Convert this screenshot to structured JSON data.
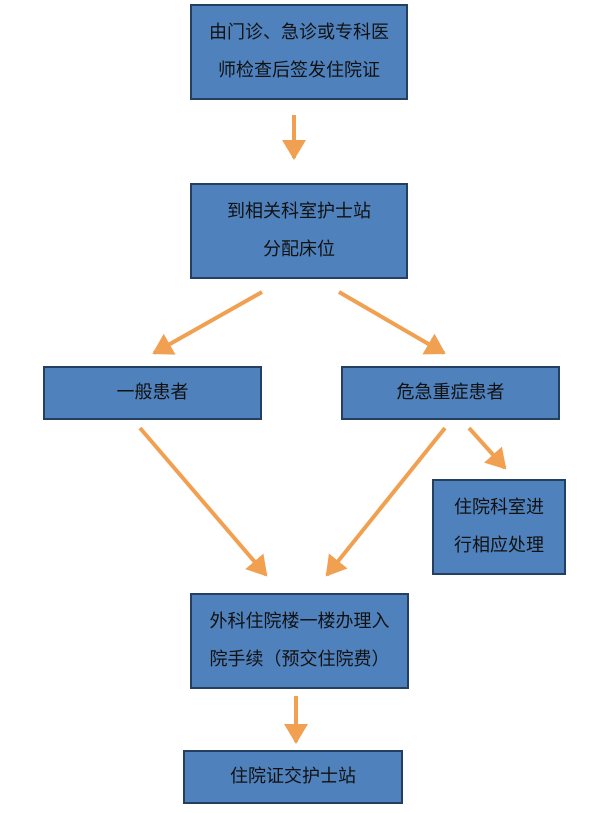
{
  "colors": {
    "box_fill": "#4f81bd",
    "box_border": "#243f60",
    "arrow": "#f0a050",
    "text": "#111111"
  },
  "nodes": {
    "registration": {
      "line1": "由门诊、急诊或专科医",
      "line2": "师检查后签发住院证"
    },
    "nurse_station": {
      "line1": "到相关科室护士站",
      "line2": "分配床位"
    },
    "general_patient": {
      "label": "一般患者"
    },
    "critical_patient": {
      "label": "危急重症患者"
    },
    "department_treatment": {
      "line1": "住院科室进",
      "line2": "行相应处理"
    },
    "admission_payment": {
      "line1": "外科住院楼一楼办理入",
      "line2": "院手续（预交住院费）"
    },
    "submit_permit": {
      "label": "住院证交护士站"
    }
  }
}
